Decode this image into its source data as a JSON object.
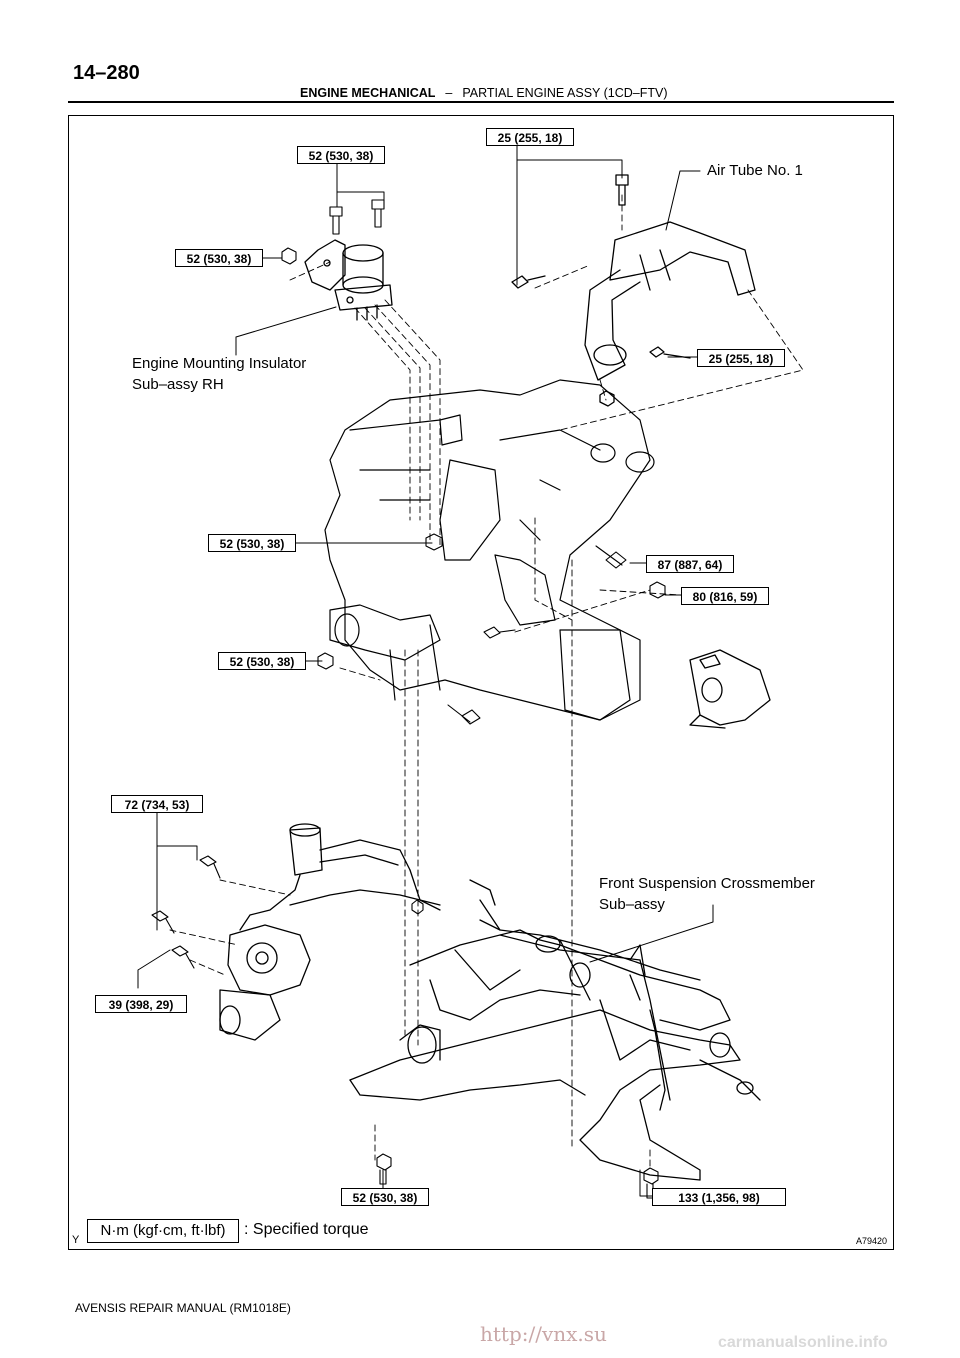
{
  "header": {
    "page_number": "14–280",
    "section": "ENGINE MECHANICAL",
    "dash": "–",
    "subsection": "PARTIAL ENGINE ASSY (1CD–FTV)"
  },
  "torque_labels": [
    "52 (530, 38)",
    "25 (255, 18)",
    "52 (530, 38)",
    "25 (255, 18)",
    "52 (530, 38)",
    "87 (887, 64)",
    "80 (816, 59)",
    "52 (530, 38)",
    "72 (734, 53)",
    "39 (398, 29)",
    "52 (530, 38)",
    "133 (1,356, 98)"
  ],
  "part_labels": {
    "air_tube": "Air Tube No. 1",
    "mount_line1": "Engine Mounting Insulator",
    "mount_line2": "Sub–assy RH",
    "crossmember_line1": "Front Suspension Crossmember",
    "crossmember_line2": "Sub–assy"
  },
  "legend": {
    "unit": "N·m (kgf·cm, ft·lbf)",
    "text": ": Specified torque"
  },
  "corner_mark": "Y",
  "figure_id": "A79420",
  "footer": "AVENSIS REPAIR MANUAL   (RM1018E)",
  "watermark": "http://vnx.su",
  "site": "carmanualsonline.info"
}
